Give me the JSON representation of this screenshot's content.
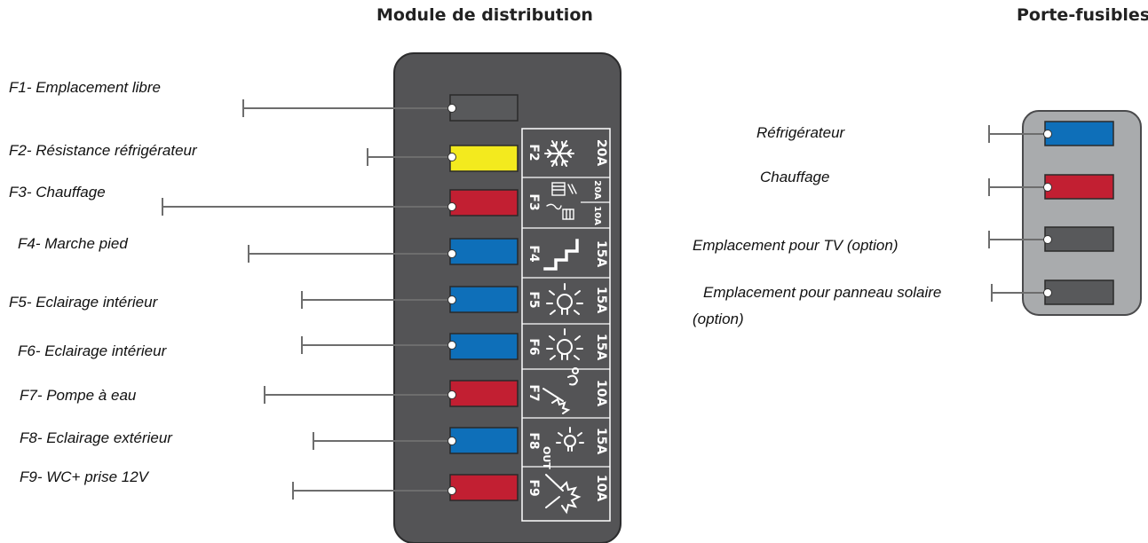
{
  "titles": {
    "module": "Module de distribution",
    "porte": "Porte-fusibles"
  },
  "colors": {
    "panel": "#545456",
    "panel_light": "#a9abad",
    "fuse_dark": "#58595b",
    "yellow": "#f3ea1e",
    "red": "#c21f32",
    "blue": "#0e6fb9",
    "line": "#6d6d6d"
  },
  "fuses": [
    {
      "label": "F1- Emplacement libre",
      "code": "",
      "amp": "",
      "color": "dark",
      "icon": "none"
    },
    {
      "label": "F2- Résistance réfrigérateur",
      "code": "F2",
      "amp": "20A",
      "color": "yellow",
      "icon": "snowflake-icon"
    },
    {
      "label": "F3- Chauffage",
      "code": "F3",
      "amp": "20A",
      "amp2": "10A",
      "color": "red",
      "icon": "heater-icon"
    },
    {
      "label": "F4- Marche pied",
      "code": "F4",
      "amp": "15A",
      "color": "blue",
      "icon": "step-icon"
    },
    {
      "label": "F5- Eclairage intérieur",
      "code": "F5",
      "amp": "15A",
      "color": "blue",
      "icon": "lamp-icon"
    },
    {
      "label": "F6- Eclairage intérieur",
      "code": "F6",
      "amp": "15A",
      "color": "blue",
      "icon": "lamp-icon"
    },
    {
      "label": "F7- Pompe à eau",
      "code": "F7",
      "amp": "10A",
      "color": "red",
      "icon": "pump-icon"
    },
    {
      "label": "F8- Eclairage extérieur",
      "code": "F8",
      "amp": "15A",
      "color": "blue",
      "icon": "outdoor-lamp-icon",
      "sub": "OUT"
    },
    {
      "label": "F9- WC+ prise 12V",
      "code": "F9",
      "amp": "10A",
      "color": "red",
      "icon": "plug-icon"
    }
  ],
  "holder": [
    {
      "label": "Réfrigérateur",
      "color": "blue"
    },
    {
      "label": "Chauffage",
      "color": "red"
    },
    {
      "label": "Emplacement pour TV (option)",
      "color": "dark"
    },
    {
      "label": "Emplacement pour panneau solaire (option)",
      "color": "dark"
    }
  ]
}
